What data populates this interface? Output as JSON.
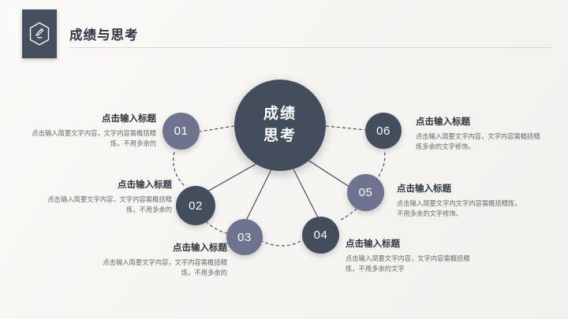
{
  "header": {
    "title": "成绩与思考",
    "icon": "pencil-hexagon-icon"
  },
  "center": {
    "line1": "成绩",
    "line2": "思考"
  },
  "nodes": [
    {
      "num": "01",
      "tone": "light"
    },
    {
      "num": "02",
      "tone": "dark"
    },
    {
      "num": "03",
      "tone": "light"
    },
    {
      "num": "04",
      "tone": "dark"
    },
    {
      "num": "05",
      "tone": "light"
    },
    {
      "num": "06",
      "tone": "dark"
    }
  ],
  "items": [
    {
      "title": "点击输入标题",
      "body": "点击输入简要文字内容，文字内容需概括精炼，不用多余的"
    },
    {
      "title": "点击输入标题",
      "body": "点击输入简要文字内容，文字内容需概括精炼，不用多余的"
    },
    {
      "title": "点击输入标题",
      "body": "点击输入简要文字内容，文字内容需概括精炼，不用多余的"
    },
    {
      "title": "点击输入标题",
      "body": "点击输入简要文字内容，文字内容需概括精炼，不用多余的文字"
    },
    {
      "title": "点击输入标题",
      "body": "点击输入简要文字内文字内容需概括精炼，不用多余的文字修饰。"
    },
    {
      "title": "点击输入标题",
      "body": "点击输入简要文字内容，文字内容需概括精炼多余的文字修饰。"
    }
  ],
  "colors": {
    "background": "#f7f6f4",
    "dark": "#434d5c",
    "light": "#6e738f",
    "title_text": "#2f3540",
    "body_text": "#6a6a6a",
    "rule": "#d9d6d1"
  }
}
